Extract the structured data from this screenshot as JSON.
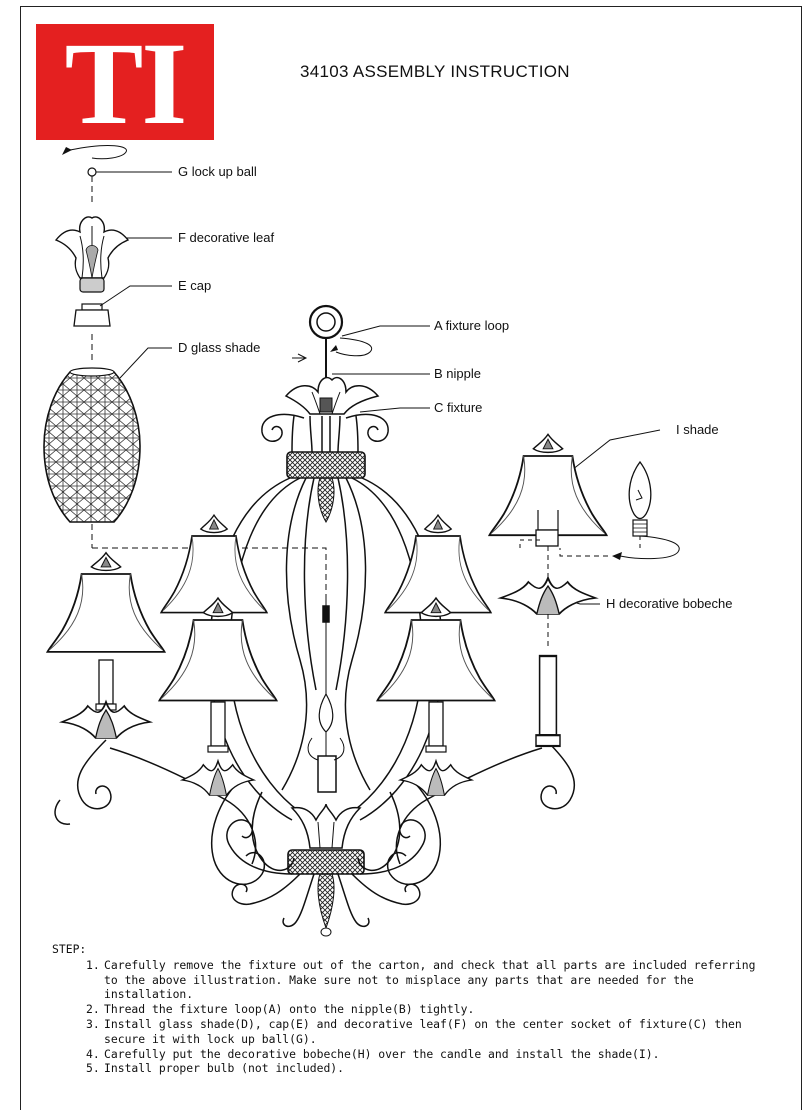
{
  "header": {
    "logo_text": "TI",
    "title": "34103   ASSEMBLY INSTRUCTION"
  },
  "labels": {
    "g": "G lock up ball",
    "f": "F decorative leaf",
    "e": "E cap",
    "d": "D glass shade",
    "a": "A fixture loop",
    "b": "B  nipple",
    "c": "C  fixture",
    "i": "I shade",
    "h": "H  decorative bobeche"
  },
  "instructions": {
    "heading": "STEP:",
    "steps": [
      {
        "num": "1.",
        "text": "Carefully remove the fixture out of the carton, and check that all parts are included referring to the above illustration. Make sure not to misplace any parts that are needed for the installation."
      },
      {
        "num": "2.",
        "text": "Thread the fixture loop(A) onto the nipple(B) tightly."
      },
      {
        "num": "3.",
        "text": "Install glass shade(D), cap(E) and decorative leaf(F) on the center socket of fixture(C) then secure it with lock up ball(G)."
      },
      {
        "num": "4.",
        "text": " Carefully put the decorative bobeche(H) over the candle and install the shade(I)."
      },
      {
        "num": "5.",
        "text": " Install proper bulb (not included)."
      }
    ]
  }
}
